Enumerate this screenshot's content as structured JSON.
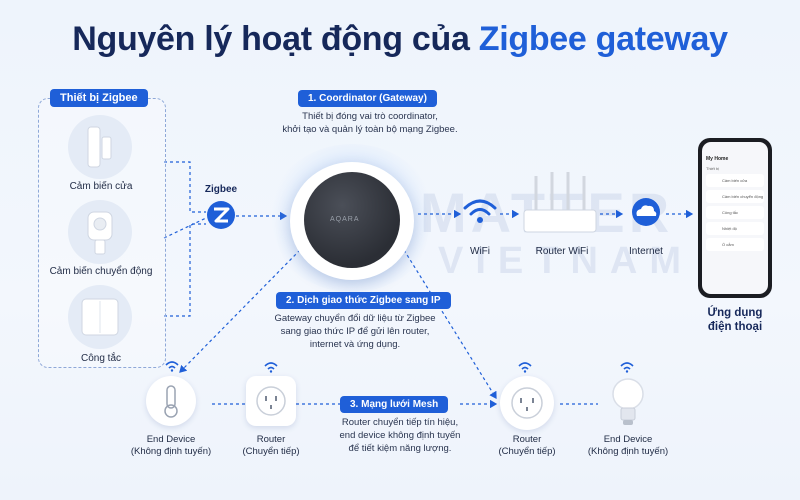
{
  "title": {
    "main": "Nguyên lý hoạt động của",
    "accent": "Zigbee gateway"
  },
  "devices_panel": {
    "label": "Thiết bị Zigbee",
    "items": [
      {
        "label": "Cảm biến cửa"
      },
      {
        "label": "Cảm biến chuyển động"
      },
      {
        "label": "Công tắc"
      }
    ]
  },
  "zigbee_label": "Zigbee",
  "step1": {
    "label": "1. Coordinator (Gateway)",
    "desc_line1": "Thiết bị đóng vai trò coordinator,",
    "desc_line2": "khởi tạo và quản lý toàn bộ mạng Zigbee."
  },
  "step2": {
    "label": "2. Dịch giao thức Zigbee sang IP",
    "desc_line1": "Gateway chuyển đổi dữ liệu từ Zigbee",
    "desc_line2": "sang giao thức IP để gửi lên router,",
    "desc_line3": "internet và ứng dụng."
  },
  "step3": {
    "label": "3. Mạng lưới Mesh",
    "desc_line1": "Router chuyển tiếp tín hiệu,",
    "desc_line2": "end device không định tuyến",
    "desc_line3": "để tiết kiệm năng lượng."
  },
  "wifi_label": "WiFi",
  "router_wifi_label": "Router WiFi",
  "internet_label": "Internet",
  "app": {
    "label_line1": "Ứng dụng",
    "label_line2": "điện thoại",
    "screen_title": "My Home",
    "screen_subtitle": "Thiết bị",
    "rows": [
      "Cảm biến cửa",
      "Cảm biến chuyển động",
      "Công tắc",
      "Nhiệt độ",
      "Ổ cắm"
    ]
  },
  "mesh_nodes": [
    {
      "role": "End Device",
      "sub": "(Không định tuyến)"
    },
    {
      "role": "Router",
      "sub": "(Chuyển tiếp)"
    },
    {
      "role": "Router",
      "sub": "(Chuyển tiếp)"
    },
    {
      "role": "End Device",
      "sub": "(Không định tuyến)"
    }
  ],
  "watermark": {
    "line1": "MATTER",
    "line2": "VIETNAM"
  },
  "gateway_brand": "AQARA",
  "colors": {
    "accent": "#1f5fd8",
    "navy": "#16285a",
    "background": "#eef4fc"
  }
}
